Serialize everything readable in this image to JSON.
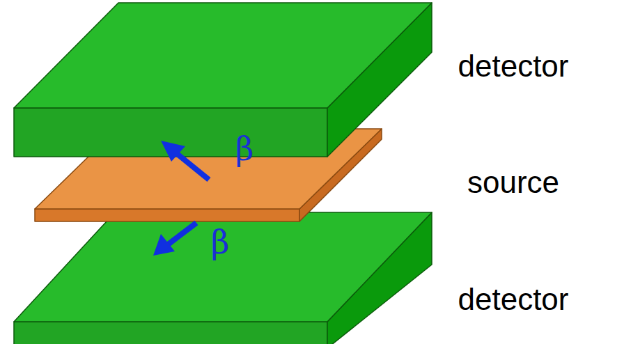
{
  "diagram": {
    "labels": [
      "detector",
      "source",
      "detector",
      "β",
      "β"
    ]
  }
}
